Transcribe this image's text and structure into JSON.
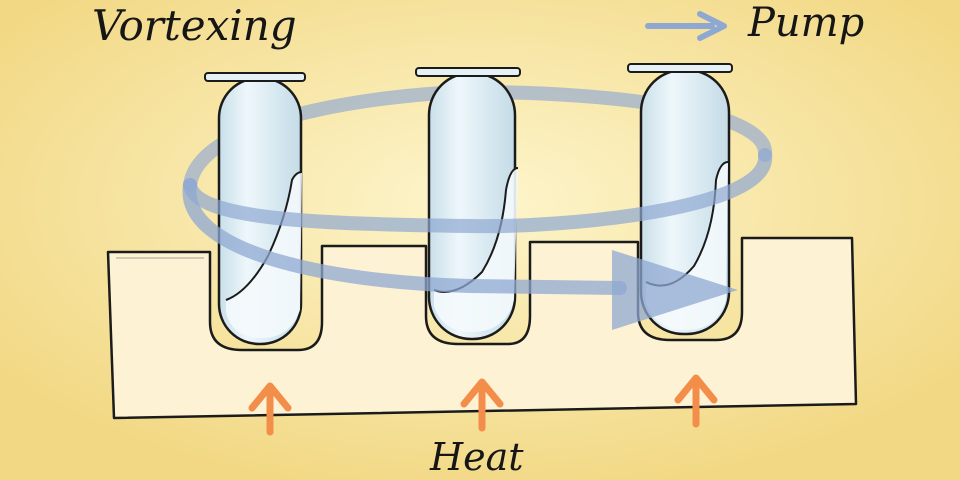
{
  "labels": {
    "title": "Vortexing",
    "pump": "Pump",
    "heat": "Heat"
  },
  "colors": {
    "background_center": "#fdf4c8",
    "background_edge": "#f3d985",
    "block_fill": "#fdf3d4",
    "outline": "#1b1b1b",
    "tube_glass": "#dcecf3",
    "liquid": "#eef7fb",
    "vortex_arrow": "#8fa8d2",
    "heat_arrow": "#f38d4a"
  },
  "icons": {
    "pump_arrow": "right-arrow-icon",
    "heat_arrow": "up-arrow-icon"
  }
}
